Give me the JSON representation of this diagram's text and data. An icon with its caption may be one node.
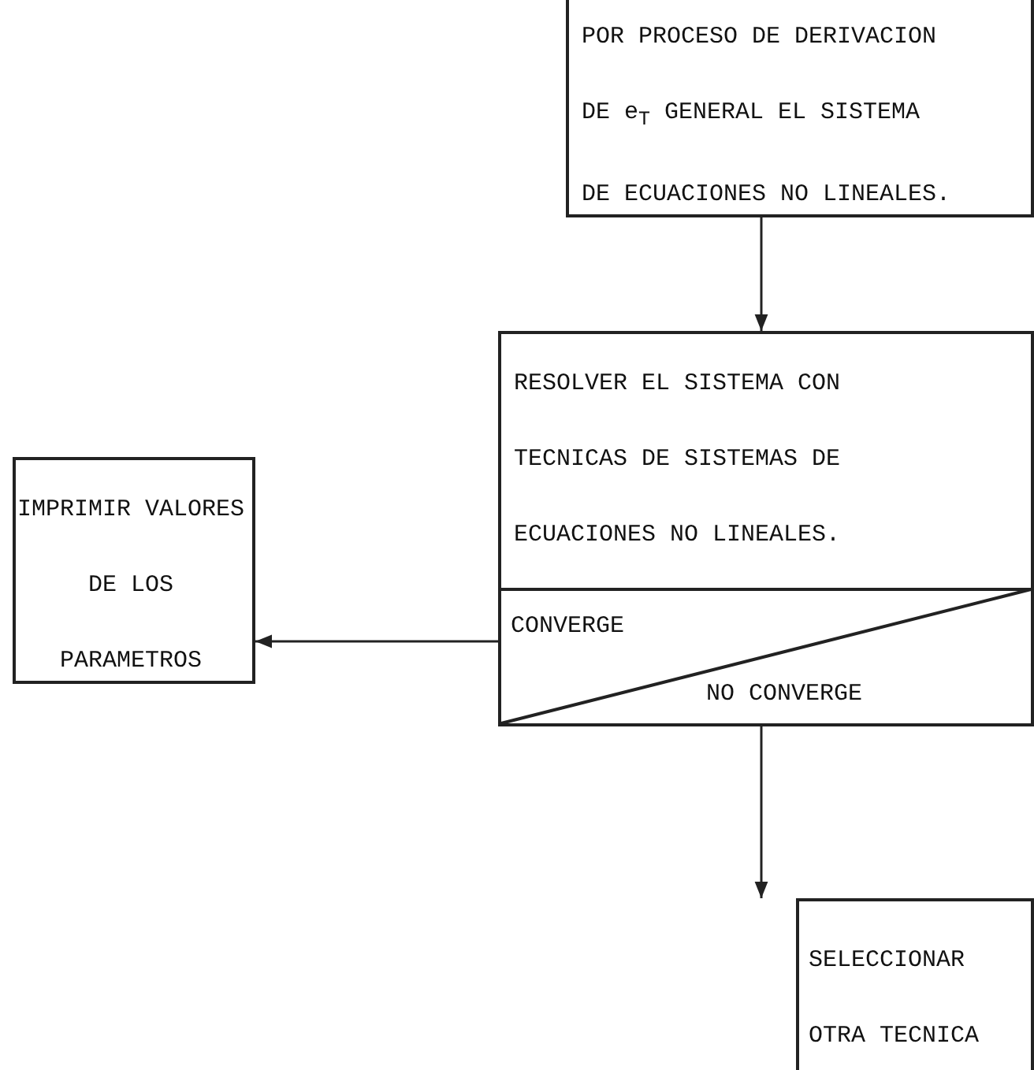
{
  "diagram": {
    "nodes": [
      {
        "text": [
          "POR PROCESO DE DERIVACION DE e$_{T}$ GENERAL EL SISTEMA DE ECUACIONES NO LINEALES."
        ]
      },
      {
        "text": [
          "RESOLVER EL SISTEMA CON TECNICAS DE SISTEMAS DE ECUACIONES NO LINEALES.",
          "CONVERGE",
          "NO CONVERGE"
        ]
      },
      {
        "text": [
          "IMPRIMIR VALORES DE LOS PARAMETROS"
        ]
      },
      {
        "text": [
          "SELECCIONAR OTRA TECNICA"
        ]
      }
    ],
    "edges": [
      {
        "from": 0,
        "to": 1,
        "arrow": "to"
      },
      {
        "from": 1,
        "to": 2,
        "arrow": "to"
      },
      {
        "from": 1,
        "to": 3,
        "arrow": "to"
      }
    ]
  }
}
